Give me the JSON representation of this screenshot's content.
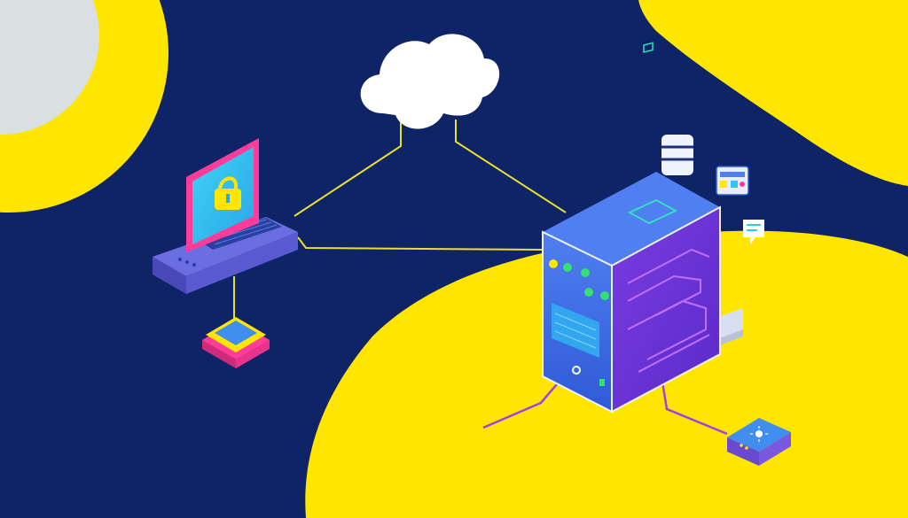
{
  "illustration": {
    "palette": {
      "background": "#0f2466",
      "accent_yellow": "#ffe600",
      "moon_gray": "#d9e0e2",
      "cloud_white": "#ffffff",
      "server_blue": "#3f6ee6",
      "server_purple": "#8a3cf0",
      "laptop_pink": "#ff3c9a",
      "laptop_cyan": "#33c6f0",
      "link_yellow": "#e8e030",
      "link_purple": "#a040e8"
    },
    "elements": [
      {
        "name": "cloud",
        "icon": "cloud-icon"
      },
      {
        "name": "laptop",
        "icon": "laptop-lock-icon"
      },
      {
        "name": "padlock",
        "icon": "lock-icon"
      },
      {
        "name": "server",
        "icon": "server-tower-icon"
      },
      {
        "name": "database",
        "icon": "database-icon"
      },
      {
        "name": "status-card",
        "icon": "status-card-icon"
      },
      {
        "name": "chat-bubble",
        "icon": "chat-bubble-icon"
      },
      {
        "name": "router-device",
        "icon": "router-icon"
      },
      {
        "name": "button-device",
        "icon": "button-device-icon"
      }
    ]
  }
}
